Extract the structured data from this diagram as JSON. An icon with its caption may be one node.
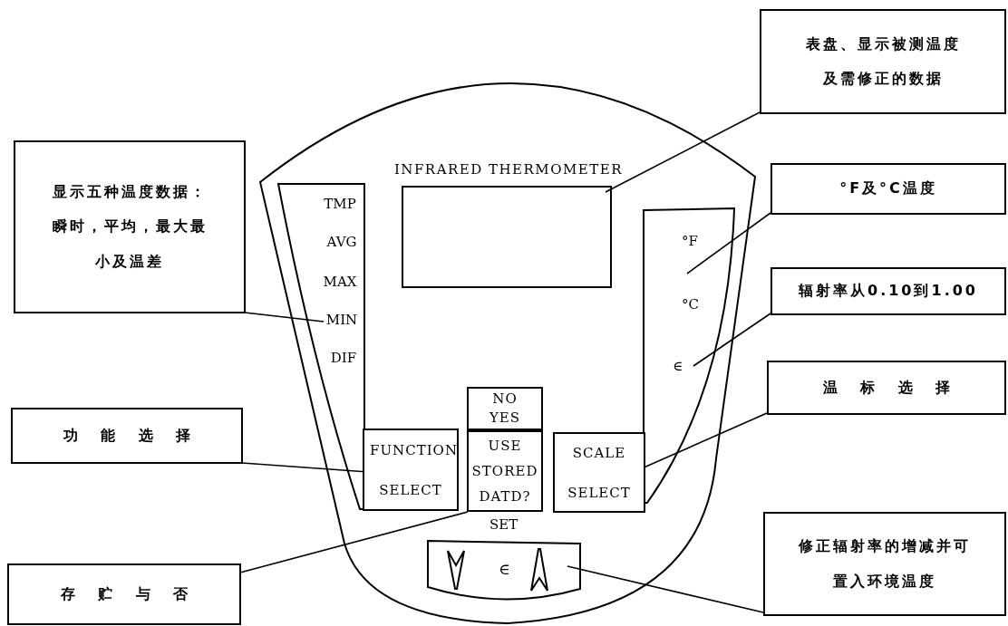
{
  "diagram": {
    "nodes": [
      {
        "text": [
          "表盘、显示被测温度及需修正的数据"
        ]
      },
      {
        "text": [
          "显示五种温度数据：瞬时，平均，最大最小及温差"
        ]
      },
      {
        "text": [
          "INFRARED THERMOMETER"
        ]
      },
      {
        "text": [
          "TMP",
          "AVG",
          "MAX",
          "MIN",
          "DIF"
        ],
        "in": 2
      },
      {
        "text": [],
        "shape": "box",
        "in": 2
      },
      {
        "text": [
          "°F",
          "°C",
          "∈"
        ],
        "in": 2
      },
      {
        "text": [
          "NO YES"
        ],
        "in": 2
      },
      {
        "text": [
          "FUNCTION SELECT"
        ],
        "in": 2
      },
      {
        "text": [
          "USE STORED DATD?"
        ],
        "in": 2
      },
      {
        "text": [
          "SCALE SELECT"
        ],
        "in": 2
      },
      {
        "text": [
          "SET",
          "∈"
        ],
        "in": 2
      },
      {
        "text": [
          "°F及°C温度"
        ]
      },
      {
        "text": [
          "辐射率从0.10到1.00"
        ]
      },
      {
        "text": [
          "温标选择"
        ]
      },
      {
        "text": [
          "功能选择"
        ]
      },
      {
        "text": [
          "存贮与否"
        ]
      },
      {
        "text": [
          "修正辐射率的增减并可置入环境温度"
        ]
      }
    ],
    "edges": [
      {
        "from": 0,
        "to": 4,
        "arrow": "none"
      },
      {
        "from": 1,
        "to": 3,
        "arrow": "none"
      },
      {
        "from": 11,
        "to": 5,
        "arrow": "none"
      },
      {
        "from": 12,
        "to": 5,
        "arrow": "none"
      },
      {
        "from": 13,
        "to": 9,
        "arrow": "none"
      },
      {
        "from": 14,
        "to": 7,
        "arrow": "none"
      },
      {
        "from": 15,
        "to": 8,
        "arrow": "none"
      },
      {
        "from": 16,
        "to": 10,
        "arrow": "none"
      }
    ]
  }
}
